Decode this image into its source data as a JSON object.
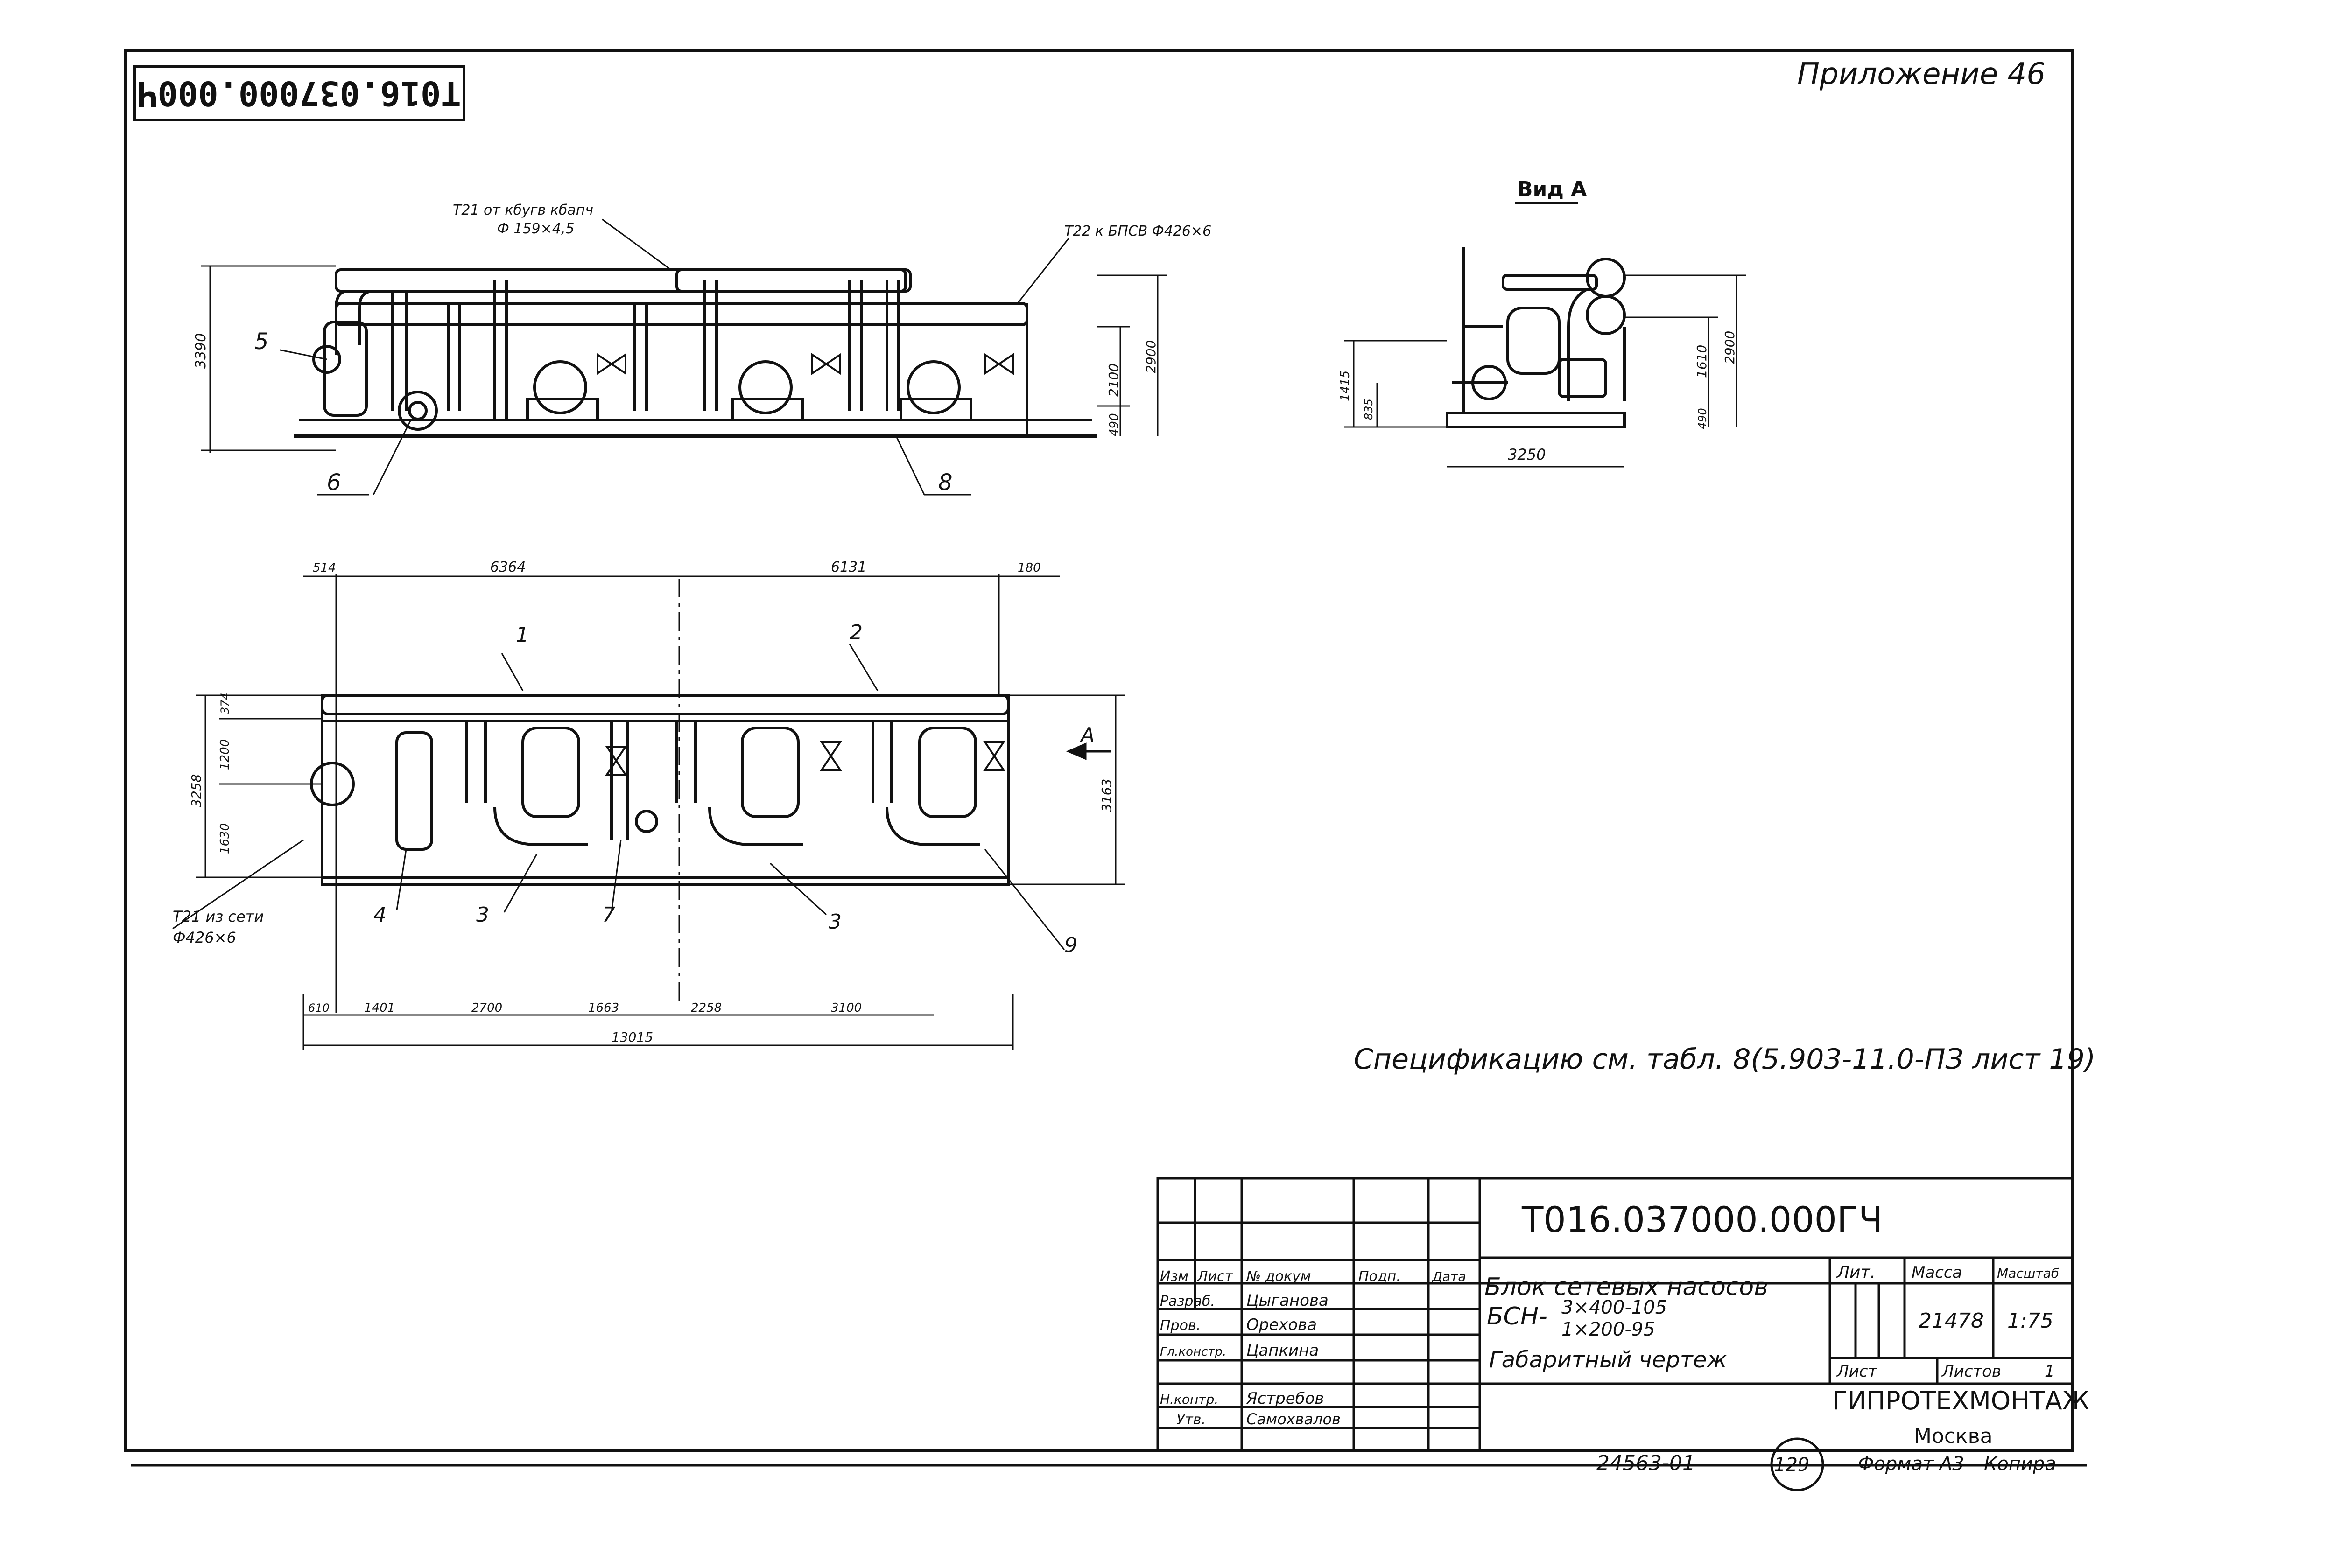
{
  "document": {
    "appendix": "Приложение 46",
    "corner_code": "T016.037000.000Ч",
    "view_label": "Вид А",
    "spec_note": "Спецификацию см. табл. 8(5.903-11.0-ПЗ лист 19)",
    "bottom_number": "24563-01",
    "sheet_number": "129",
    "format_note": "Формат А3",
    "copied_by": "Копира"
  },
  "elevation": {
    "callout_t21": "Т21 от кбугв кбапч",
    "callout_t21_size": "Ф 159×4,5",
    "callout_t22": "Т22 к БПСВ Ф426×6",
    "dims": {
      "total_height": "3390",
      "mid_height": "2100",
      "top_height": "2900",
      "base": "490"
    },
    "markers": [
      "5",
      "6",
      "8"
    ]
  },
  "view_a": {
    "dims": {
      "h1": "1415",
      "h2": "835",
      "h3": "1610",
      "h4": "2900",
      "base": "490",
      "width": "3250"
    }
  },
  "plan": {
    "top_dims": [
      "514",
      "6364",
      "6131",
      "180"
    ],
    "left_dims": [
      "3258",
      "1200",
      "1630",
      "374"
    ],
    "right_dim": "3163",
    "bottom_dims": [
      "610",
      "1401",
      "2700",
      "1663",
      "2258",
      "3100"
    ],
    "total_length": "13015",
    "callout_inlet": "Т21 из сети",
    "callout_inlet_size": "Ф426×6",
    "markers": [
      "1",
      "2",
      "3",
      "3",
      "4",
      "7",
      "9"
    ],
    "arrow_label": "А"
  },
  "title_block": {
    "code": "Т016.037000.000ГЧ",
    "title_line1": "Блок сетевых насосов",
    "title_prefix": "БСН-",
    "title_frac_top": "3×400-105",
    "title_frac_bottom": "1×200-95",
    "title_line3": "Габаритный чертеж",
    "col_headers": [
      "Изм",
      "Лист",
      "№ докум",
      "Подп.",
      "Дата"
    ],
    "roles": [
      {
        "role": "Разраб.",
        "name": "Цыганова"
      },
      {
        "role": "Пров.",
        "name": "Орехова"
      },
      {
        "role": "Гл.констр.",
        "name": "Цапкина"
      },
      {
        "role": "Н.контр.",
        "name": "Ястребов"
      },
      {
        "role": "Утв.",
        "name": "Самохвалов"
      }
    ],
    "lit_label": "Лит.",
    "mass_label": "Масса",
    "scale_label": "Масштаб",
    "mass_value": "21478",
    "scale_value": "1:75",
    "sheet_label": "Лист",
    "sheets_label": "Листов",
    "sheets_value": "1",
    "org": "ГИПРОТЕХМОНТАЖ",
    "city": "Москва"
  }
}
